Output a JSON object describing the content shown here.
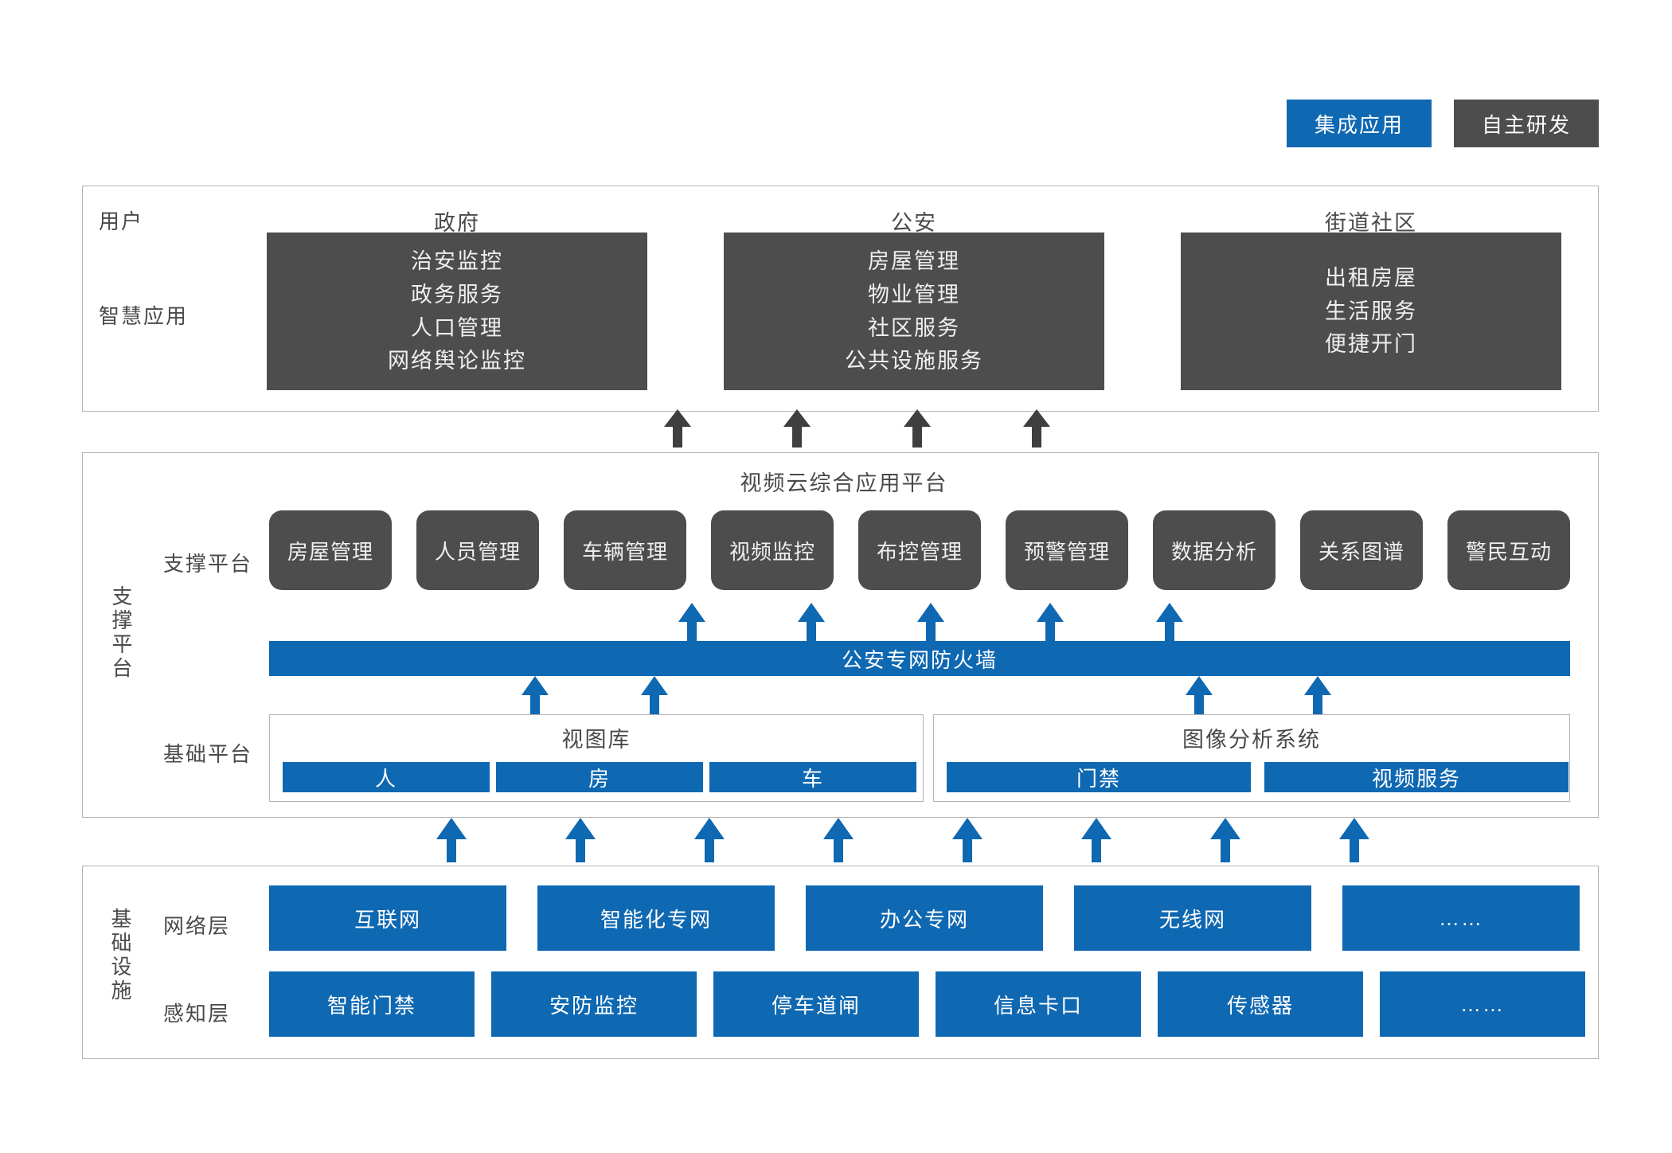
{
  "legend": {
    "integrated": "集成应用",
    "selfdeveloped": "自主研发"
  },
  "application_layer": {
    "row_labels": {
      "users": "用户",
      "smart_apps": "智慧应用"
    },
    "columns": [
      {
        "title": "政府",
        "items": [
          "治安监控",
          "政务服务",
          "人口管理",
          "网络舆论监控"
        ]
      },
      {
        "title": "公安",
        "items": [
          "房屋管理",
          "物业管理",
          "社区服务",
          "公共设施服务"
        ]
      },
      {
        "title": "街道社区",
        "items": [
          "出租房屋",
          "生活服务",
          "便捷开门"
        ]
      }
    ]
  },
  "platform_layer": {
    "side_label": "支撑平台",
    "title": "视频云综合应用平台",
    "support_row_label": "支撑平台",
    "support_items": [
      "房屋管理",
      "人员管理",
      "车辆管理",
      "视频监控",
      "布控管理",
      "预警管理",
      "数据分析",
      "关系图谱",
      "警民互动"
    ],
    "firewall": "公安专网防火墙",
    "base_row_label": "基础平台",
    "base_groups": [
      {
        "title": "视图库",
        "items": [
          "人",
          "房",
          "车"
        ]
      },
      {
        "title": "图像分析系统",
        "items": [
          "门禁",
          "视频服务"
        ]
      }
    ]
  },
  "infrastructure_layer": {
    "side_label": "基础设施",
    "network_row_label": "网络层",
    "network_items": [
      "互联网",
      "智能化专网",
      "办公专网",
      "无线网",
      "……"
    ],
    "sensing_row_label": "感知层",
    "sensing_items": [
      "智能门禁",
      "安防监控",
      "停车道闸",
      "信息卡口",
      "传感器",
      "……"
    ]
  },
  "colors": {
    "blue": "#0f68b2",
    "dark": "#4d4d4d",
    "border": "#b4b4b4",
    "text": "#4a4a4a"
  }
}
